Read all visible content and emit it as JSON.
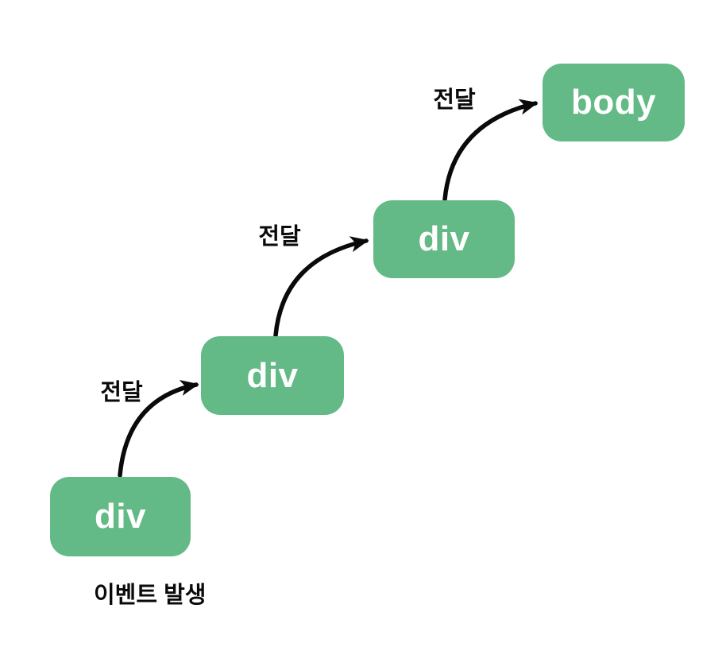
{
  "diagram": {
    "title": "event-bubbling-diagram",
    "colors": {
      "background": "#ffffff",
      "node_fill": "#63ba86",
      "node_text": "#ffffff",
      "arrow_and_text": "#0a0a0a"
    },
    "nodes": [
      {
        "id": "div-1",
        "label": "div"
      },
      {
        "id": "div-2",
        "label": "div"
      },
      {
        "id": "div-3",
        "label": "div"
      },
      {
        "id": "body",
        "label": "body"
      }
    ],
    "edges": [
      {
        "from": "div-1",
        "to": "div-2",
        "label": "전달"
      },
      {
        "from": "div-2",
        "to": "div-3",
        "label": "전달"
      },
      {
        "from": "div-3",
        "to": "body",
        "label": "전달"
      }
    ],
    "caption": "이벤트 발생"
  }
}
